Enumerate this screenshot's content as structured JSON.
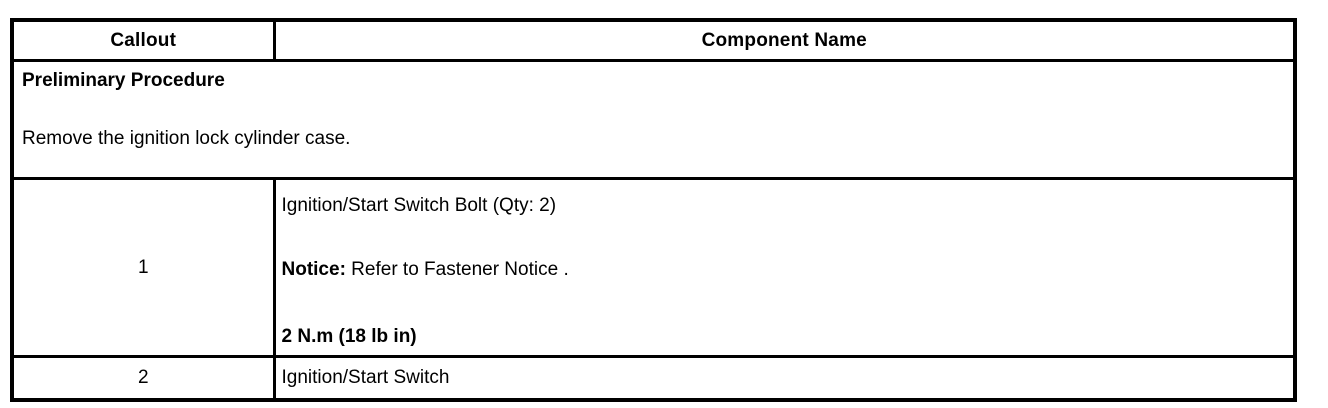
{
  "table": {
    "columns": [
      {
        "key": "callout",
        "header": "Callout"
      },
      {
        "key": "component_name",
        "header": "Component Name"
      }
    ],
    "preliminary": {
      "title": "Preliminary Procedure",
      "text": "Remove the ignition lock cylinder case."
    },
    "rows": [
      {
        "callout": "1",
        "lines": [
          {
            "text": "Ignition/Start Switch Bolt (Qty: 2)",
            "style": "normal"
          },
          {
            "lead": "Notice:",
            "text": " Refer to Fastener Notice .",
            "style": "lead-bold"
          },
          {
            "text": "2 N.m (18 lb in)",
            "style": "bold"
          }
        ]
      },
      {
        "callout": "2",
        "lines": [
          {
            "text": "Ignition/Start Switch",
            "style": "normal"
          }
        ]
      }
    ]
  },
  "colors": {
    "border": "#000000",
    "text": "#000000",
    "background": "#ffffff"
  }
}
